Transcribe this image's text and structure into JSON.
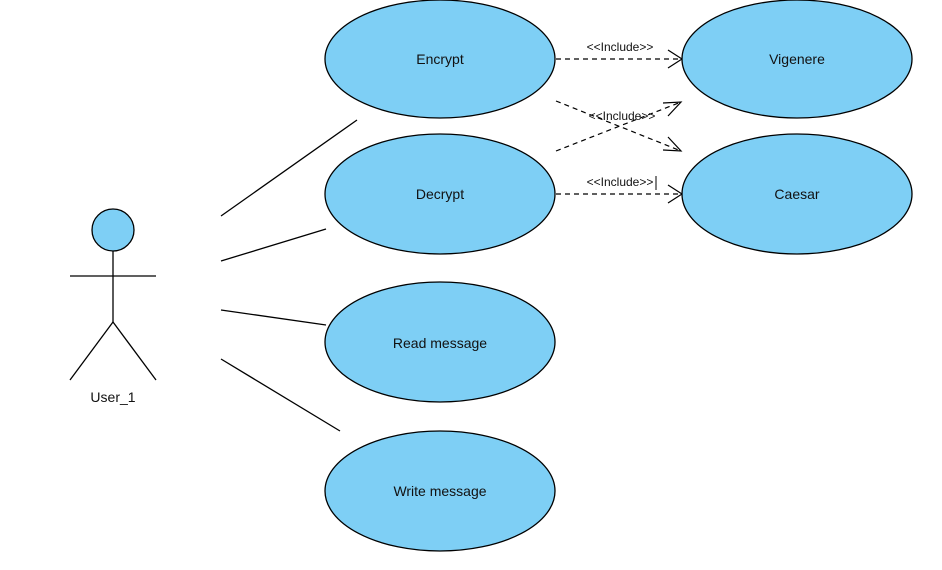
{
  "colors": {
    "usecase_fill": "#7ecff5",
    "usecase_stroke": "#000000",
    "actor_head_fill": "#7ecff5",
    "line": "#000000"
  },
  "actor": {
    "name": "User_1"
  },
  "usecases": {
    "encrypt": "Encrypt",
    "decrypt": "Decrypt",
    "read_message": "Read message",
    "write_message": "Write message",
    "vigenere": "Vigenere",
    "caesar": "Caesar"
  },
  "relations": {
    "include_1": "<<Include>>",
    "include_2": "<<Include>>",
    "include_3": "<<Include>>"
  }
}
